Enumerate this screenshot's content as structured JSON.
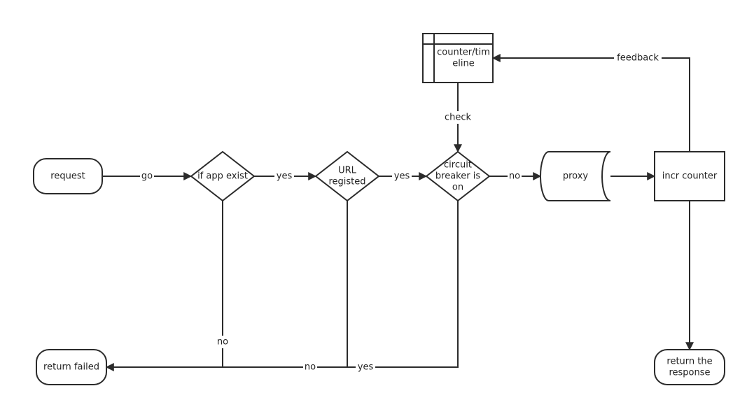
{
  "diagram": {
    "nodes": {
      "request": {
        "shape": "terminal",
        "lines": [
          "request"
        ]
      },
      "if_app_exist": {
        "shape": "decision",
        "lines": [
          "if app exist"
        ]
      },
      "url_registed": {
        "shape": "decision",
        "lines": [
          "URL",
          "registed"
        ]
      },
      "circuit_breaker": {
        "shape": "decision",
        "lines": [
          "circuit",
          "breaker is",
          "on"
        ]
      },
      "proxy": {
        "shape": "stored-data",
        "lines": [
          "proxy"
        ]
      },
      "incr_counter": {
        "shape": "process",
        "lines": [
          "incr counter"
        ]
      },
      "counter_timeline": {
        "shape": "internal-storage",
        "lines": [
          "counter/tim",
          "eline"
        ]
      },
      "return_failed": {
        "shape": "terminal",
        "lines": [
          "return failed"
        ]
      },
      "return_response": {
        "shape": "terminal",
        "lines": [
          "return the",
          "response"
        ]
      }
    },
    "edges": [
      {
        "from": "request",
        "to": "if_app_exist",
        "label": "go"
      },
      {
        "from": "if_app_exist",
        "to": "url_registed",
        "label": "yes"
      },
      {
        "from": "url_registed",
        "to": "circuit_breaker",
        "label": "yes"
      },
      {
        "from": "circuit_breaker",
        "to": "proxy",
        "label": "no"
      },
      {
        "from": "proxy",
        "to": "incr_counter",
        "label": ""
      },
      {
        "from": "incr_counter",
        "to": "return_response",
        "label": ""
      },
      {
        "from": "incr_counter",
        "to": "counter_timeline",
        "label": "feedback"
      },
      {
        "from": "circuit_breaker",
        "to": "counter_timeline",
        "label": "check"
      },
      {
        "from": "if_app_exist",
        "to": "return_failed",
        "label": "no"
      },
      {
        "from": "url_registed",
        "to": "return_failed",
        "label": "no"
      },
      {
        "from": "circuit_breaker",
        "to": "return_failed",
        "label": "yes"
      }
    ]
  },
  "colors": {
    "stroke": "#2b2b2b",
    "text": "#222222",
    "background": "#ffffff"
  }
}
